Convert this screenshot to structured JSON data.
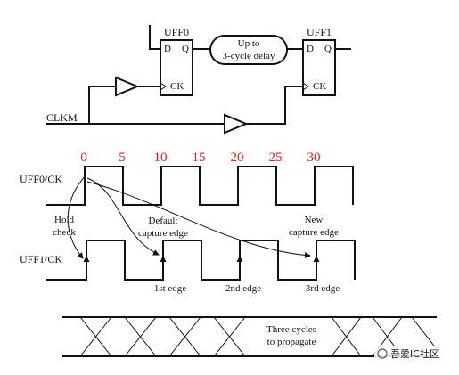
{
  "circuit": {
    "uff0_name": "UFF0",
    "uff1_name": "UFF1",
    "pin_d": "D",
    "pin_q": "Q",
    "pin_ck": "CK",
    "delay_line1": "Up to",
    "delay_line2": "3-cycle delay",
    "clock_name": "CLKM"
  },
  "timing": {
    "ticks": [
      "0",
      "5",
      "10",
      "15",
      "20",
      "25",
      "30"
    ],
    "uff0_ck_label": "UFF0/CK",
    "uff1_ck_label": "UFF1/CK",
    "hold_line1": "Hold",
    "hold_line2": "check",
    "default_line1": "Default",
    "default_line2": "capture edge",
    "new_line1": "New",
    "new_line2": "capture edge",
    "edge1": "1st edge",
    "edge2": "2nd edge",
    "edge3": "3rd edge"
  },
  "bus": {
    "line1": "Three cycles",
    "line2": "to propagate"
  },
  "watermark": {
    "text": "吾爱IC社区"
  },
  "colors": {
    "tick_red": "#e02020",
    "line": "#111111"
  }
}
